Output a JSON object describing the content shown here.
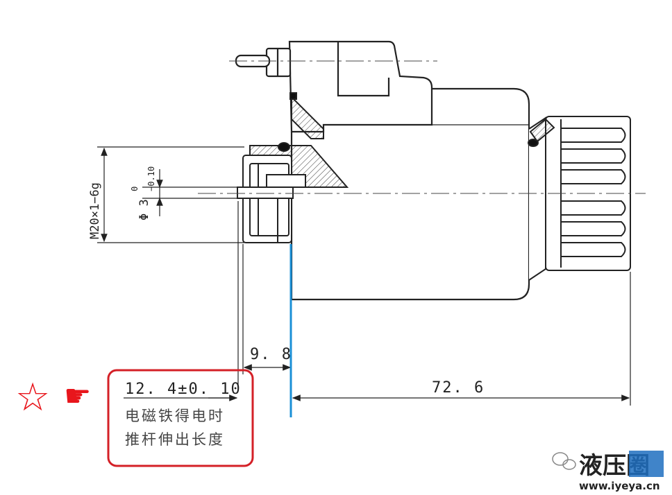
{
  "dimensions": {
    "thread": "M20×1−6g",
    "rod_diameter": "Φ 3",
    "rod_tol_upper": "0",
    "rod_tol_lower": "−0.10",
    "offset": "9. 8",
    "extension": "12. 4±0. 10",
    "overall": "72. 6"
  },
  "annotation": {
    "line1": "电磁铁得电时",
    "line2": "推杆伸出长度"
  },
  "markers": {
    "star": "☆",
    "pointer": "☛"
  },
  "watermark": {
    "title": "液压圈",
    "url": "www.iyeya.cn"
  },
  "colors": {
    "line": "#222222",
    "highlight_box": "#d42027",
    "marker": "#e8161c",
    "blue_line": "#1a8fd6",
    "watermark_blue": "#1f6fbf"
  },
  "icons": {
    "star": "star-icon",
    "pointer": "pointing-hand-icon",
    "wechat": "wechat-icon"
  }
}
